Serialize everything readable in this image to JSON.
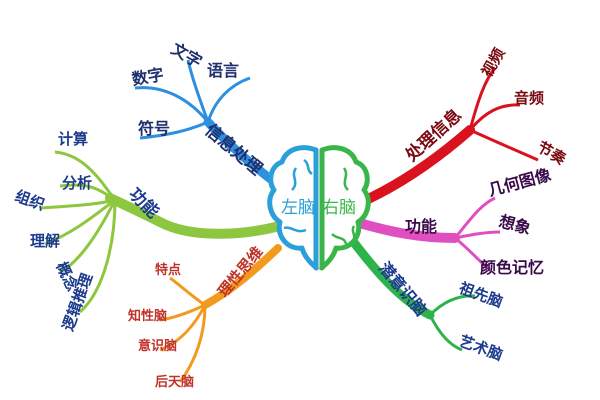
{
  "brain": {
    "left_label": "左脑",
    "right_label": "右脑"
  },
  "left": {
    "info": {
      "title": "信息处理",
      "items": [
        "数字",
        "文字",
        "语言",
        "符号"
      ]
    },
    "function": {
      "title": "功能",
      "items": [
        "计算",
        "分析",
        "组织",
        "理解",
        "概念",
        "逻辑推理"
      ]
    },
    "rational": {
      "title": "理性思维",
      "items": [
        "特点",
        "知性脑",
        "意识脑",
        "后天脑"
      ]
    }
  },
  "right": {
    "process": {
      "title": "处理信息",
      "items": [
        "视频",
        "音频",
        "节奏"
      ]
    },
    "function": {
      "title": "功能",
      "items": [
        "几何图像",
        "想象",
        "颜色记忆"
      ]
    },
    "subconscious": {
      "title": "潜意识脑",
      "items": [
        "祖先脑",
        "艺术脑"
      ]
    }
  },
  "colors": {
    "info_blue": "#2e8fe0",
    "info_text": "#1f2f6e",
    "function_green": "#8dc63f",
    "function_text": "#1d3b8c",
    "rational_orange": "#f39a1e",
    "rational_text": "#c0332a",
    "process_red": "#d9121e",
    "process_text": "#7a0a10",
    "rfunction_pink": "#e04fbf",
    "rfunction_text": "#3a0a4a",
    "subconscious_green": "#2eb24a",
    "subconscious_text": "#1d3b8c",
    "brain_left": "#2a9fd8",
    "brain_right": "#39b54a"
  }
}
